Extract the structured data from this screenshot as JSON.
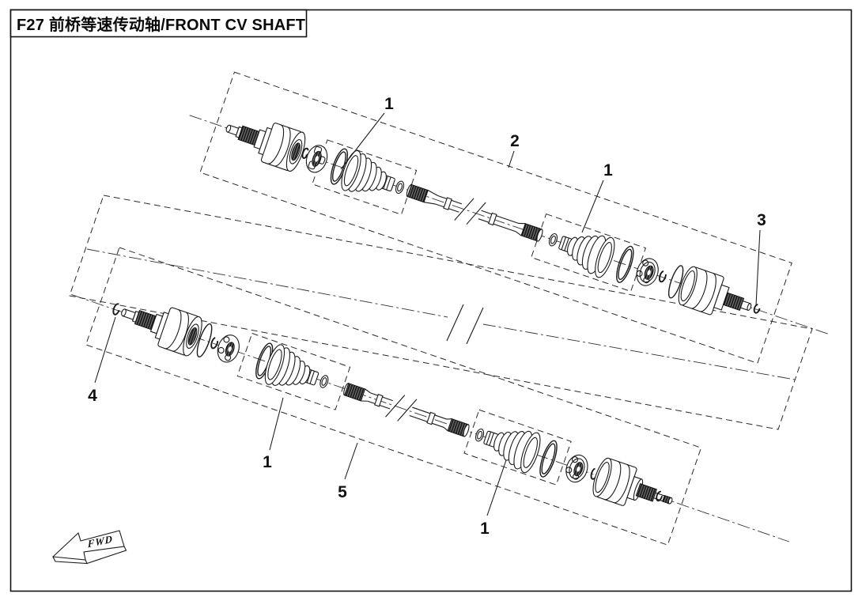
{
  "title": {
    "text": "F27  前桥等速传动轴/FRONT CV SHAFT"
  },
  "callouts": [
    {
      "label": "1"
    },
    {
      "label": "2"
    },
    {
      "label": "1"
    },
    {
      "label": "3"
    },
    {
      "label": "4"
    },
    {
      "label": "1"
    },
    {
      "label": "5"
    },
    {
      "label": "1"
    }
  ],
  "direction_marker": {
    "label": "FWD"
  },
  "colors": {
    "line": "#1a1a1a",
    "background": "#ffffff"
  }
}
